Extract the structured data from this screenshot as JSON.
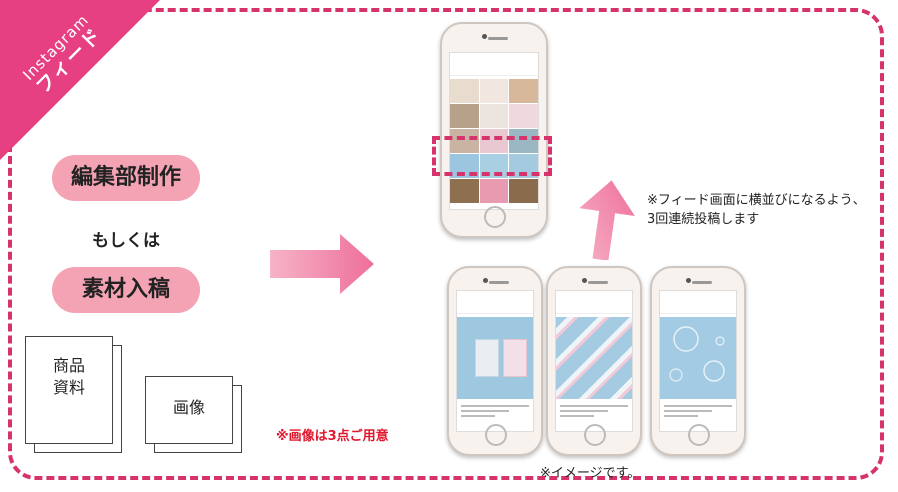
{
  "tag": {
    "line1": "Instagram",
    "line2": "フィード"
  },
  "left": {
    "option1": "編集部制作",
    "or": "もしくは",
    "option2": "素材入稿",
    "doc1": "商品\n資料",
    "doc2": "画像"
  },
  "notes": {
    "images_required": "※画像は3点ご用意",
    "feed_note": "※フィード画面に横並びになるよう、3回連続投稿します",
    "image_note": "※イメージです。"
  },
  "colors": {
    "accent": "#d6336c",
    "pill": "#f3a3b4",
    "red_note": "#e0182d"
  }
}
